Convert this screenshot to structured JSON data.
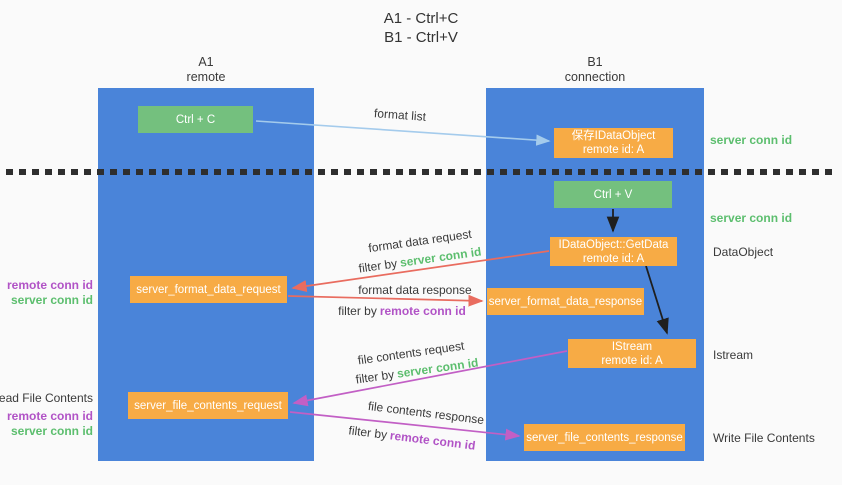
{
  "title": {
    "line1": "A1 - Ctrl+C",
    "line2": "B1 - Ctrl+V"
  },
  "lanes": {
    "left": {
      "name": "A1",
      "subtitle": "remote"
    },
    "right": {
      "name": "B1",
      "subtitle": "connection"
    }
  },
  "nodes": {
    "ctrl_c": {
      "label": "Ctrl + C"
    },
    "save_idataobject": {
      "line1": "保存IDataObject",
      "line2": "remote id: A"
    },
    "ctrl_v": {
      "label": "Ctrl + V"
    },
    "getdata": {
      "line1": "IDataObject::GetData",
      "line2": "remote id: A"
    },
    "format_request": {
      "label": "server_format_data_request"
    },
    "format_response": {
      "label": "server_format_data_response"
    },
    "istream": {
      "line1": "IStream",
      "line2": "remote id: A"
    },
    "file_request": {
      "label": "server_file_contents_request"
    },
    "file_response": {
      "label": "server_file_contents_response"
    }
  },
  "edges": {
    "format_list": {
      "label": "format list"
    },
    "format_request": {
      "label": "format data request",
      "filter_prefix": "filter by",
      "filter_value": "server conn id"
    },
    "format_response": {
      "label": "format data response",
      "filter_prefix": "filter by",
      "filter_value": "remote conn id"
    },
    "file_request": {
      "label": "file contents request",
      "filter_prefix": "filter by",
      "filter_value": "server conn id"
    },
    "file_response": {
      "label": "file contents response",
      "filter_prefix": "filter by",
      "filter_value": "remote conn id"
    }
  },
  "right_annotations": {
    "server_conn_top": "server conn id",
    "server_conn_mid": "server conn id",
    "dataobject": "DataObject",
    "istream": "Istream",
    "write_title": "Write File Contents"
  },
  "left_annotations": {
    "format_remote": "remote conn id",
    "format_server": "server conn id",
    "read_title": "Read File Contents",
    "file_remote": "remote conn id",
    "file_server": "server conn id"
  },
  "colors": {
    "lane_blue": "#4a84d9",
    "node_green": "#74c07e",
    "node_orange": "#f7ab45",
    "arrow_light_blue": "#a4cbec",
    "arrow_red": "#e96c5f",
    "arrow_magenta": "#c25fc5",
    "arrow_black": "#1f1f1f",
    "text_green": "#5cbe6e",
    "text_purple": "#b153c6"
  }
}
